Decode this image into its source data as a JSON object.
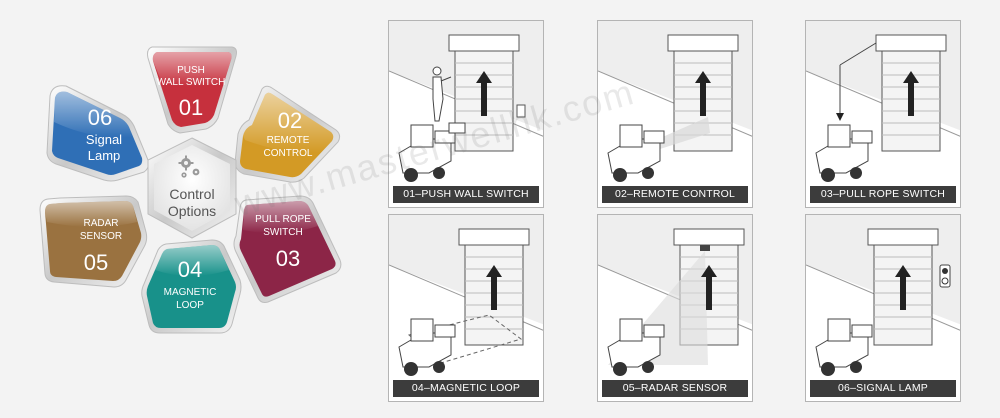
{
  "wheel": {
    "center_label_1": "Control",
    "center_label_2": "Options",
    "petals": [
      {
        "number": "01",
        "line1": "PUSH",
        "line2": "WALL SWITCH",
        "color": "#c6303d"
      },
      {
        "number": "02",
        "line1": "REMOTE",
        "line2": "CONTROL",
        "color": "#d39a25"
      },
      {
        "number": "03",
        "line1": "PULL ROPE",
        "line2": "SWITCH",
        "color": "#8c2547"
      },
      {
        "number": "04",
        "line1": "MAGNETIC",
        "line2": "LOOP",
        "color": "#18918a"
      },
      {
        "number": "05",
        "line1": "RADAR",
        "line2": "SENSOR",
        "color": "#9a7240"
      },
      {
        "number": "06",
        "line1": "Signal",
        "line2": "Lamp",
        "color": "#2f6fb6"
      }
    ]
  },
  "panels": [
    {
      "caption": "01–PUSH WALL SWITCH",
      "scene": "push-wall-switch"
    },
    {
      "caption": "02–REMOTE CONTROL",
      "scene": "remote-control"
    },
    {
      "caption": "03–PULL ROPE SWITCH",
      "scene": "pull-rope-switch"
    },
    {
      "caption": "04–MAGNETIC LOOP",
      "scene": "magnetic-loop"
    },
    {
      "caption": "05–RADAR SENSOR",
      "scene": "radar-sensor"
    },
    {
      "caption": "06–SIGNAL LAMP",
      "scene": "signal-lamp"
    }
  ],
  "watermark": "www.masterwellhk.com"
}
